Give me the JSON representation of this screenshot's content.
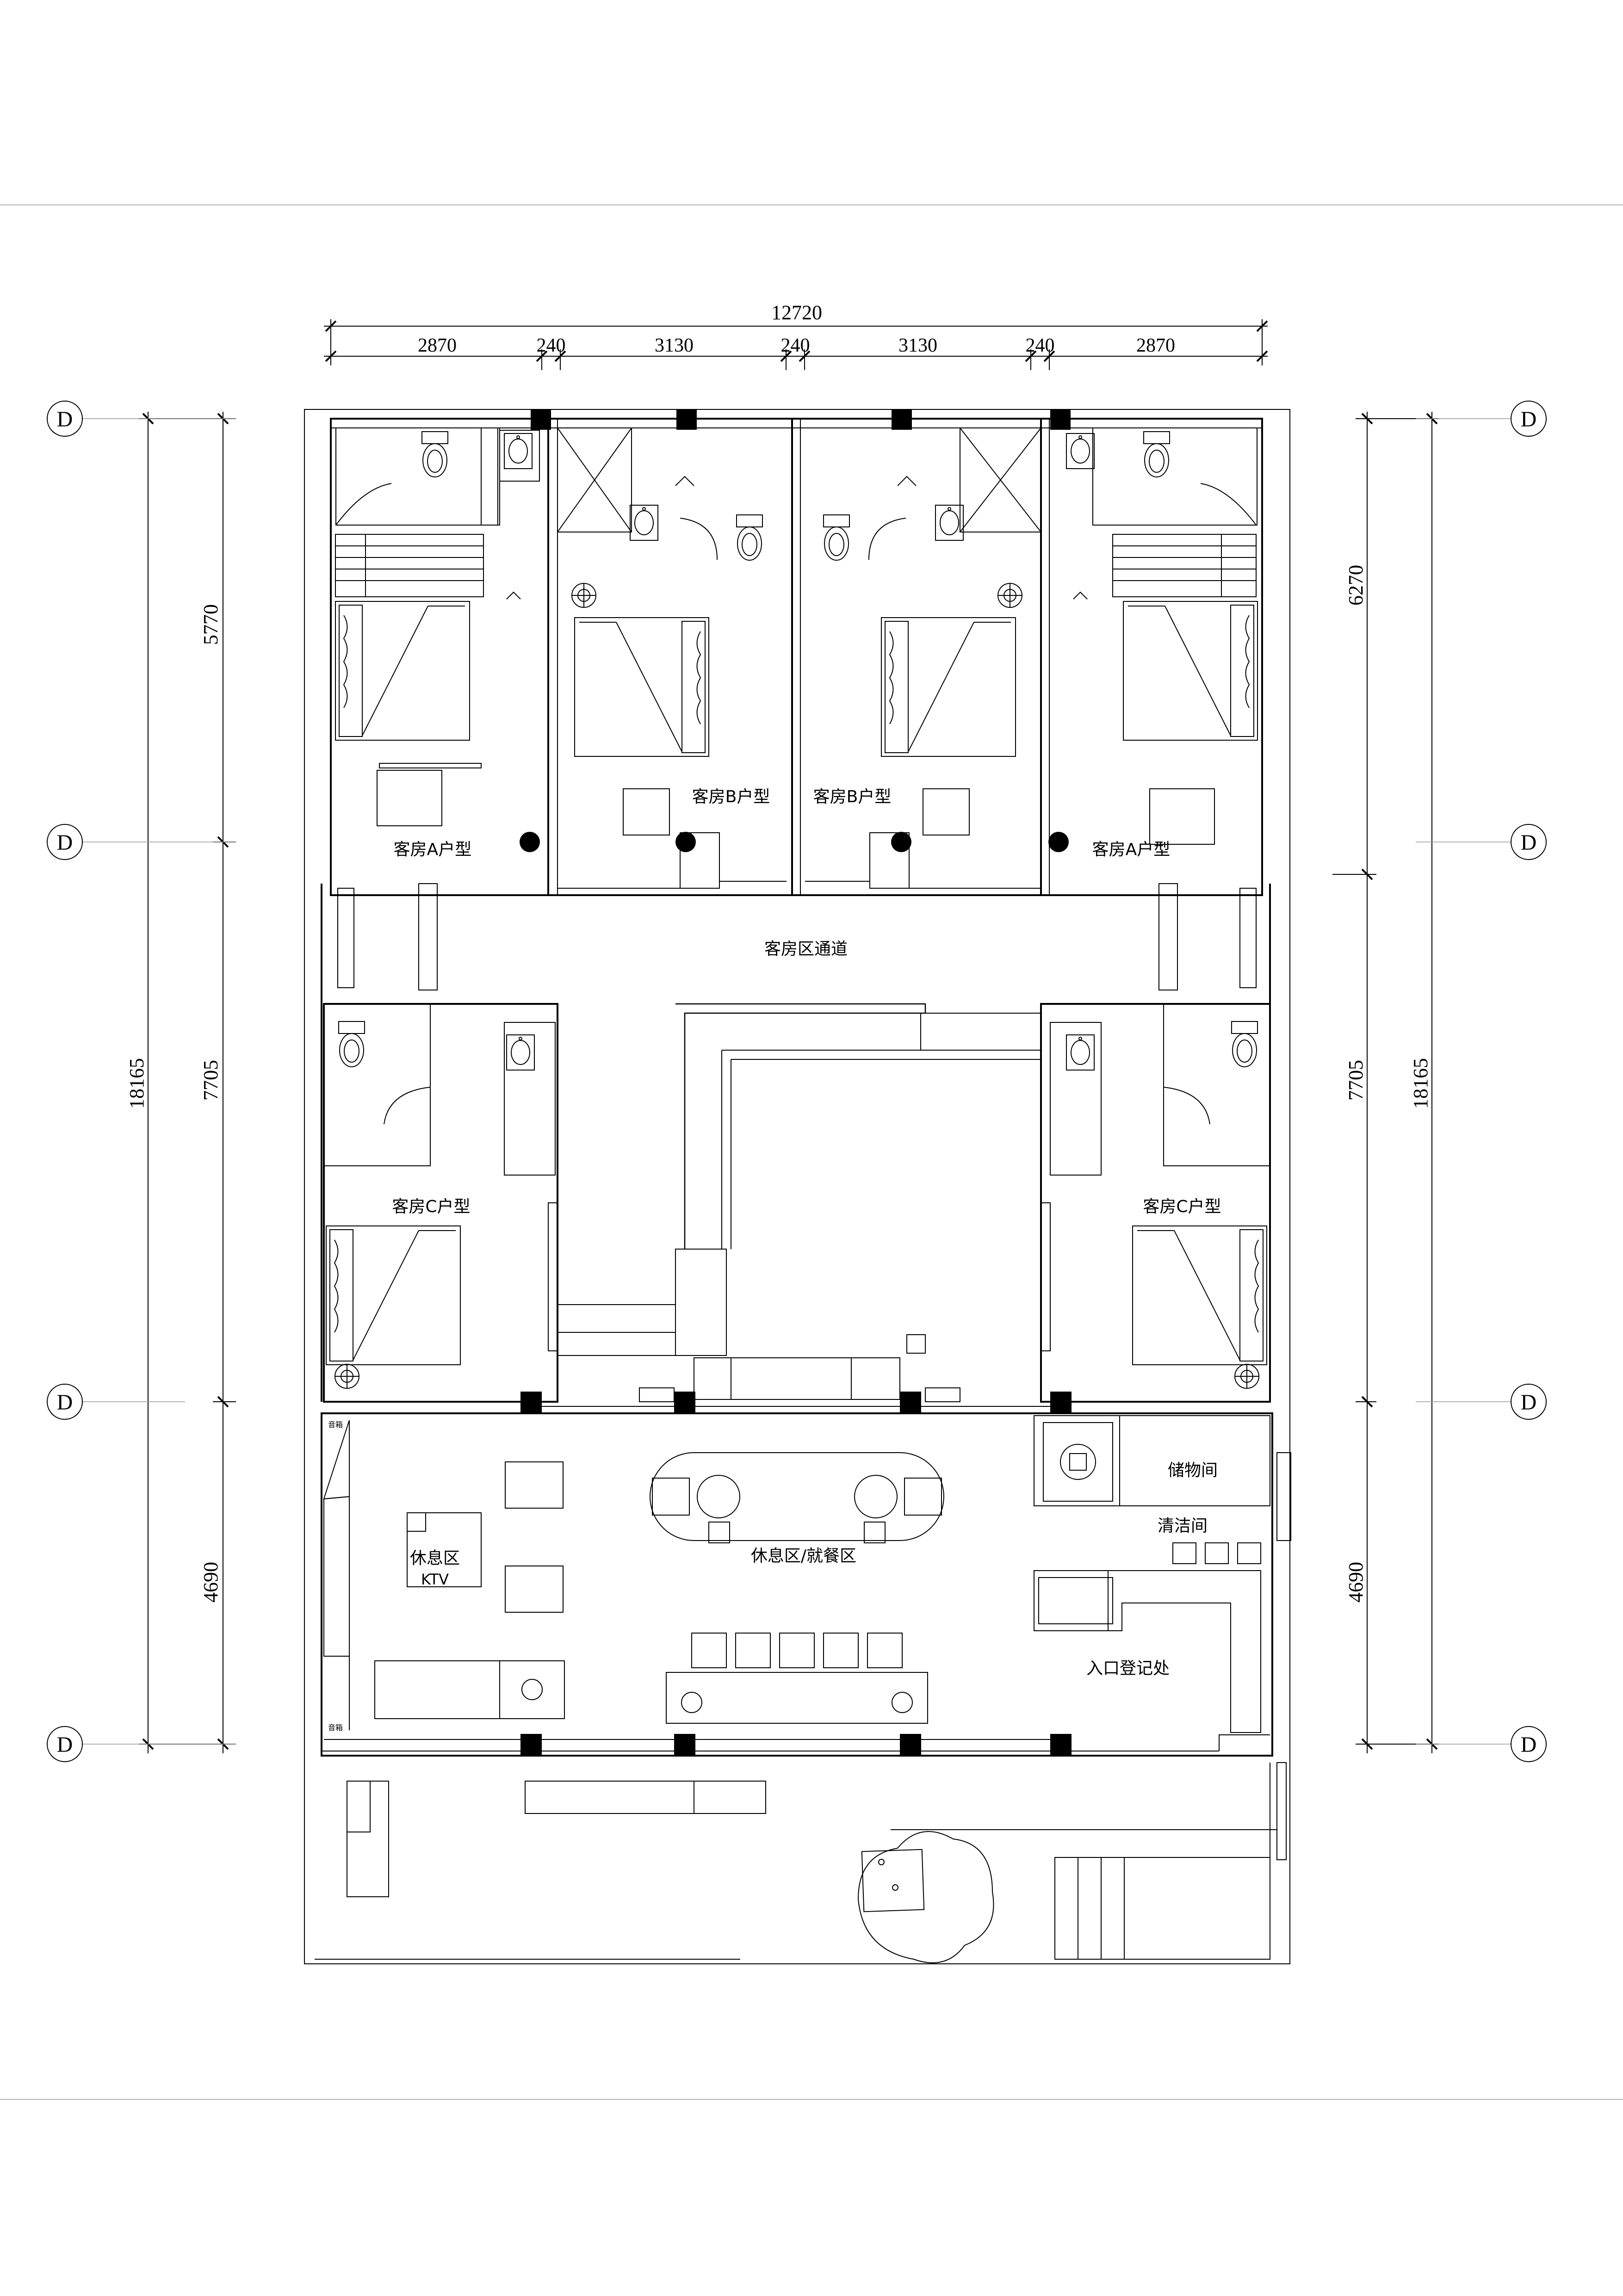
{
  "dimensions": {
    "top_total": "12720",
    "top_segments": [
      "2870",
      "240",
      "3130",
      "240",
      "3130",
      "240",
      "2870"
    ],
    "left_total": "18165",
    "left_segments": [
      "5770",
      "7705",
      "4690"
    ],
    "right_total": "18165",
    "right_segments": [
      "6270",
      "7705",
      "4690"
    ]
  },
  "axis_label": "D",
  "rooms": {
    "a_left": "客房A户型",
    "a_right": "客房A户型",
    "b_left": "客房B户型",
    "b_right": "客房B户型",
    "c_left": "客房C户型",
    "c_right": "客房C户型",
    "corridor": "客房区通道",
    "lounge": "休息区",
    "ktv": "KTV",
    "lounge_dining": "休息区/就餐区",
    "storage": "储物间",
    "cleaning": "清洁间",
    "reception": "入口登记处"
  },
  "speaker_top": "音箱",
  "speaker_bottom": "音箱"
}
